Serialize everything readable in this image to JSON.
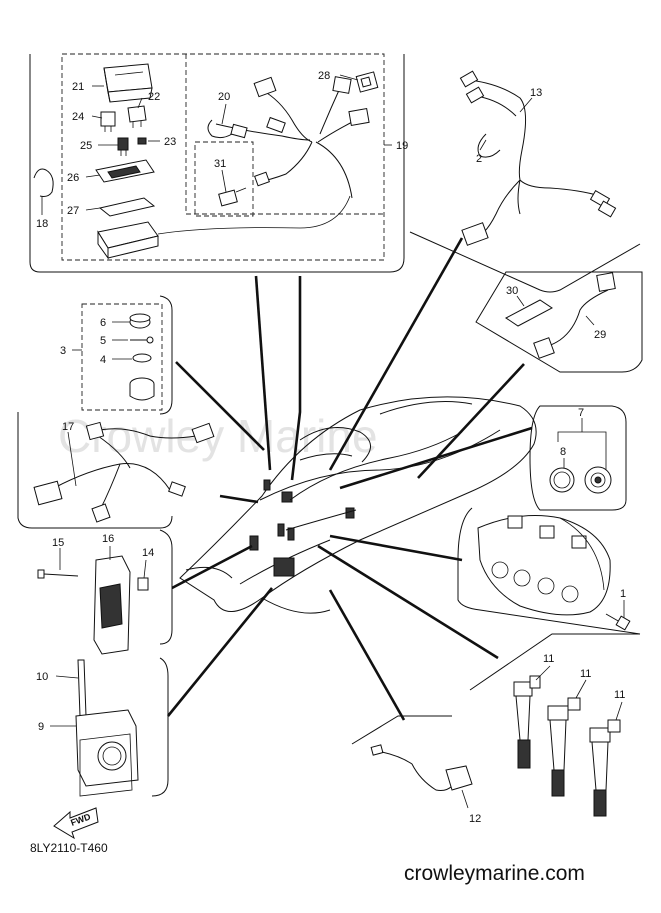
{
  "watermark": "Crowley Marine",
  "diagram_code": "8LY2110-T460",
  "site": "crowleymarine.com",
  "fwd_label": "FWD",
  "callouts": {
    "c1": "1",
    "c2": "2",
    "c3": "3",
    "c4": "4",
    "c5": "5",
    "c6": "6",
    "c7": "7",
    "c8": "8",
    "c9": "9",
    "c10": "10",
    "c11a": "11",
    "c11b": "11",
    "c11c": "11",
    "c12": "12",
    "c13": "13",
    "c14": "14",
    "c15": "15",
    "c16": "16",
    "c17": "17",
    "c18": "18",
    "c19": "19",
    "c20": "20",
    "c21": "21",
    "c22": "22",
    "c23": "23",
    "c24": "24",
    "c25": "25",
    "c26": "26",
    "c27": "27",
    "c28": "28",
    "c29": "29",
    "c30": "30",
    "c31": "31"
  }
}
